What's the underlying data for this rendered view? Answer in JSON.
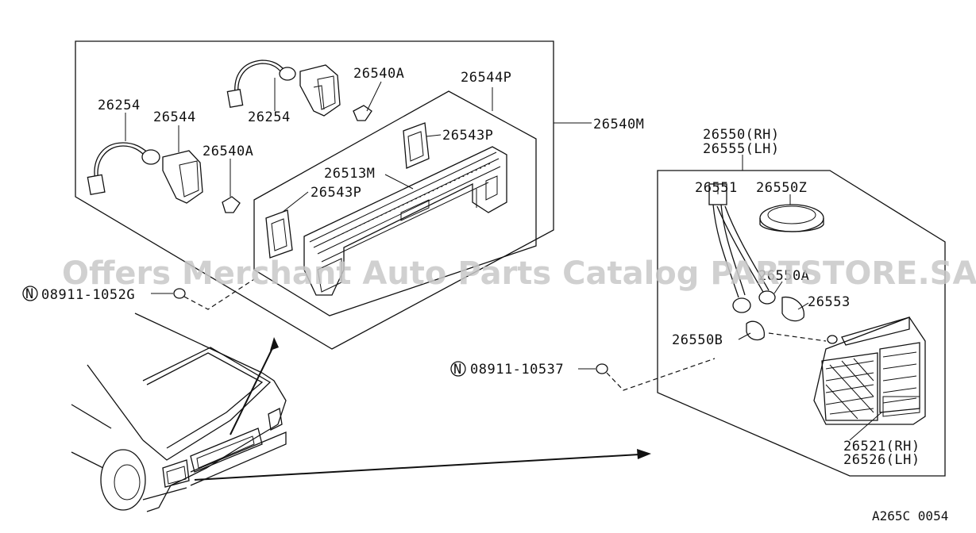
{
  "diagram": {
    "labels": {
      "p26540M": "26540M",
      "p26544P": "26544P",
      "p26540A_top": "26540A",
      "p26254_top": "26254",
      "p26254_left": "26254",
      "p26544": "26544",
      "p26540A_mid": "26540A",
      "p26543P_top": "26543P",
      "p26513M": "26513M",
      "p26543P_left": "26543P",
      "p08911_1052G": "08911-1052G",
      "p08911_10537": "08911-10537",
      "p26550RH": "26550(RH)",
      "p26555LH": "26555(LH)",
      "p26551": "26551",
      "p26550Z": "26550Z",
      "p26550A": "26550A",
      "p26553": "26553",
      "p26550B": "26550B",
      "p26521RH": "26521(RH)",
      "p26526LH": "26526(LH)",
      "nut_symbol": "N",
      "ref_code": "A265C 0054"
    },
    "watermark": "Offers Merchant Auto Parts Catalog PARTSTORE.SA"
  }
}
